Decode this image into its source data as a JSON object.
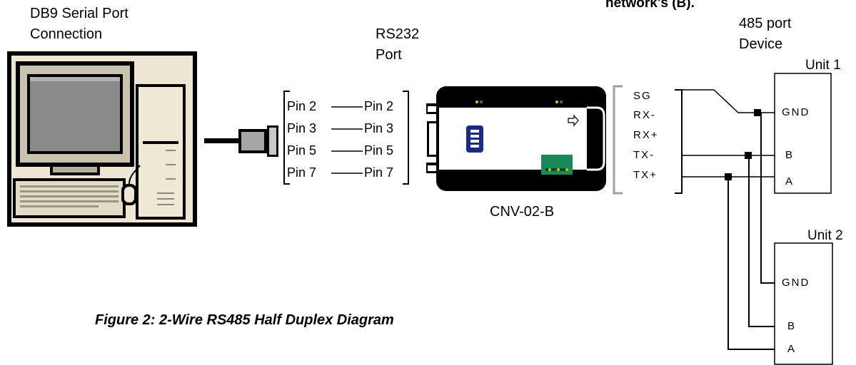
{
  "header_note": "network's (B).",
  "labels": {
    "db9": [
      "DB9 Serial Port",
      "Connection"
    ],
    "rs232": [
      "RS232",
      "Port"
    ],
    "device485": [
      "485 port",
      "Device"
    ],
    "unit1": "Unit 1",
    "unit2": "Unit 2",
    "converter": "CNV-02-B"
  },
  "pin_map": [
    {
      "left": "Pin 2",
      "right": "Pin 2"
    },
    {
      "left": "Pin 3",
      "right": "Pin 3"
    },
    {
      "left": "Pin 5",
      "right": "Pin 5"
    },
    {
      "left": "Pin 7",
      "right": "Pin 7"
    }
  ],
  "converter_terminals": [
    "SG",
    "RX-",
    "RX+",
    "TX-",
    "TX+"
  ],
  "unit1_terminals": [
    "GND",
    "B",
    "A"
  ],
  "unit2_terminals": [
    "GND",
    "B",
    "A"
  ],
  "caption": "Figure 2: 2-Wire RS485 Half Duplex Diagram",
  "colors": {
    "converter_body": "#000000",
    "led": "#c8c800",
    "terminal_block": "#1a8a5a",
    "indicator_blue": "#1a2a8a"
  }
}
